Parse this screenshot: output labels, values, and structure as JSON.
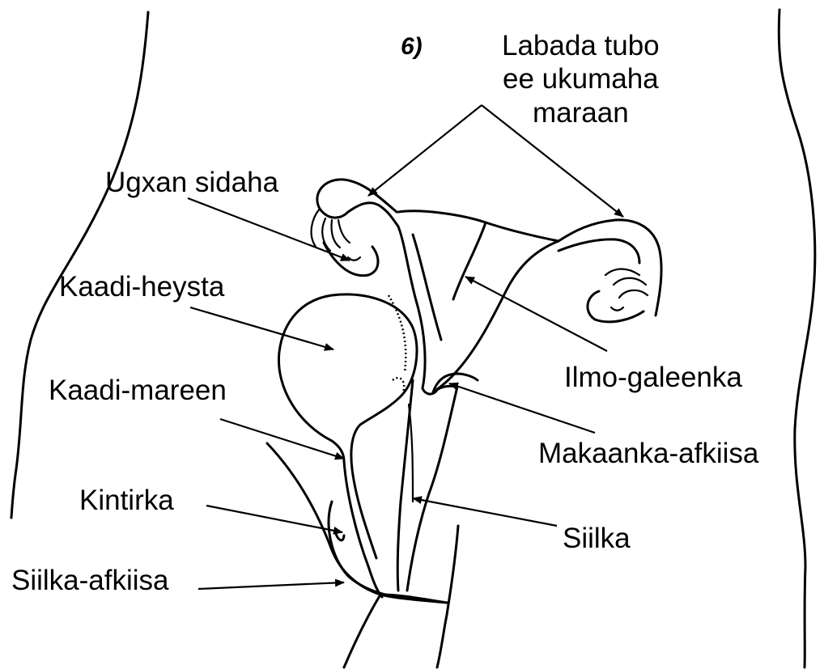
{
  "page_mark": "6)",
  "labels": {
    "labada_tubo": [
      "Labada tubo",
      "ee ukumaha",
      "maraan"
    ],
    "ugxan_sidaha": "Ugxan sidaha",
    "kaadi_heysta": "Kaadi-heysta",
    "kaadi_mareen": "Kaadi-mareen",
    "kintirka": "Kintirka",
    "siilka_afkiisa": "Siilka-afkiisa",
    "ilmo_galeenka": "Ilmo-galeenka",
    "makaanka_afkiisa": "Makaanka-afkiisa",
    "siilka": "Siilka"
  },
  "colors": {
    "ink": "#000000",
    "background": "#ffffff"
  }
}
